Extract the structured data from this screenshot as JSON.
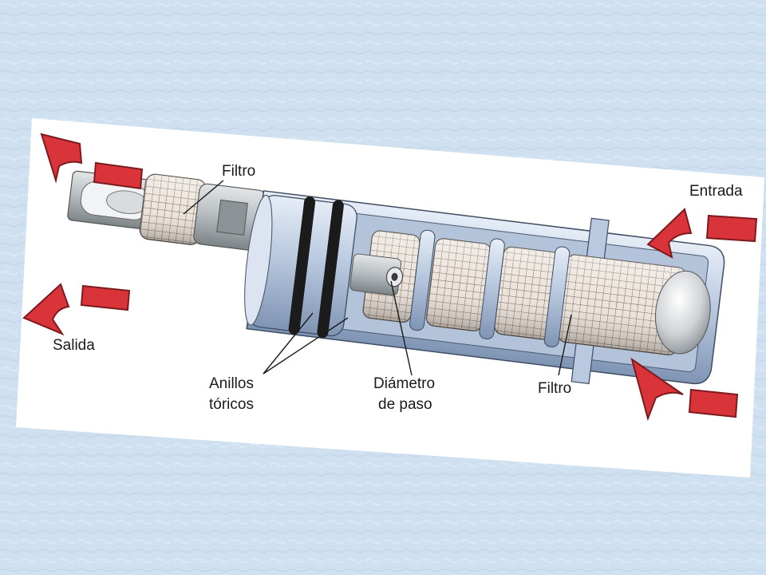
{
  "diagram": {
    "labels": {
      "filter_top": "Filtro",
      "inlet": "Entrada",
      "outlet": "Salida",
      "orings_line1": "Anillos",
      "orings_line2": "tóricos",
      "orifice_line1": "Diámetro",
      "orifice_line2": "de paso",
      "filter_bottom": "Filtro"
    },
    "icons": [
      "outlet-arrow-icon",
      "inlet-arrow-icon"
    ],
    "colors": {
      "slide_background": "#cfe0f1",
      "panel": "#ffffff",
      "arrow": "#d8343a",
      "arrow_outline": "#7d1a1e",
      "tube_body": "#c6d3e6",
      "tube_dark": "#7f94b4",
      "mesh": "#e9dfd6",
      "oring": "#1b1b1b",
      "outlet_housing": "#b6bcc0"
    }
  }
}
